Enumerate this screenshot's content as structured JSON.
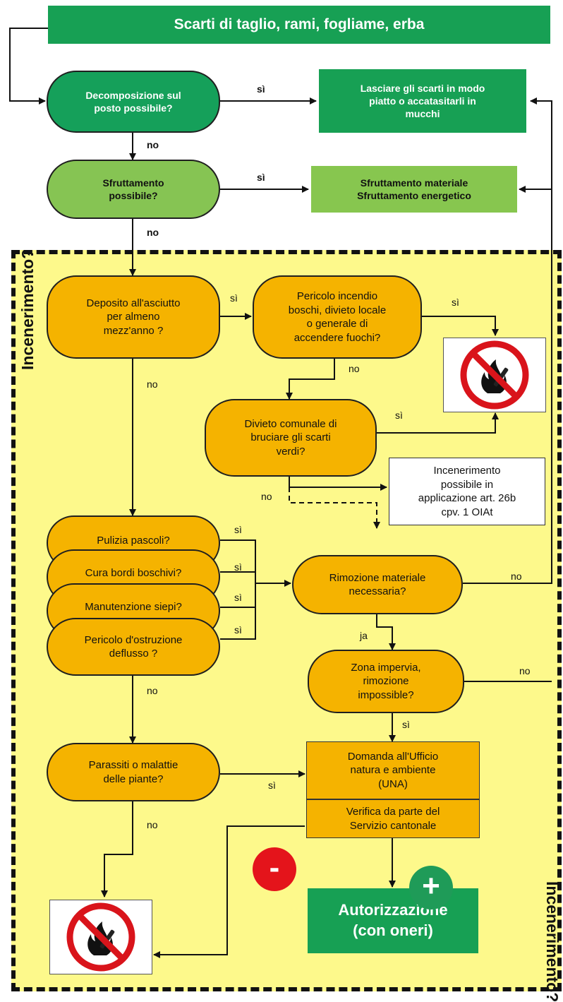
{
  "title": "Scarti di taglio, rami, fogliame, erba",
  "zone_label": "Incenerimento?",
  "nodes": {
    "decomposizione": "Decomposizione sul\nposto possibile?",
    "lasciare": "Lasciare gli scarti in modo\npiatto o accatasitarli in\nmucchi",
    "sfruttamento": "Sfruttamento\npossibile?",
    "sfruttamento_box": "Sfruttamento materiale\nSfruttamento energetico",
    "deposito": "Deposito all'asciutto\nper almeno\nmezz'anno ?",
    "pericolo_incendio": "Pericolo incendio\nboschi, divieto locale\no generale di\naccendere fuochi?",
    "divieto_comunale": "Divieto comunale di\nbruciare gli scarti\nverdi?",
    "incenerimento_possibile": "Incenerimento\npossibile in\napplicazione art. 26b\ncpv. 1 OIAt",
    "pulizia": "Pulizia pascoli?",
    "cura": "Cura bordi boschivi?",
    "manutenzione": "Manutenzione siepi?",
    "ostruzione": "Pericolo d'ostruzione\ndeflusso ?",
    "rimozione": "Rimozione materiale\nnecessaria?",
    "zona": "Zona impervia,\nrimozione\nimpossible?",
    "parassiti": "Parassiti o malattie\ndelle piante?",
    "domanda": "Domanda all'Ufficio\nnatura e ambiente\n(UNA)",
    "verifica": "Verifica da parte del\nServizio cantonale",
    "autorizzazione": "Autorizzazione\n(con oneri)"
  },
  "labels": {
    "si": "sì",
    "no": "no",
    "ja": "ja",
    "minus": "-",
    "plus": "+"
  },
  "icons": [
    "no-fire-sign-icon",
    "no-fire-sign-icon"
  ],
  "colors": {
    "dark_green": "#17a054",
    "light_green": "#87c64f",
    "orange": "#f5b300",
    "zone_yellow": "#fdf98b",
    "minus_red": "#e4141b",
    "plus_green": "#1f9b58"
  }
}
